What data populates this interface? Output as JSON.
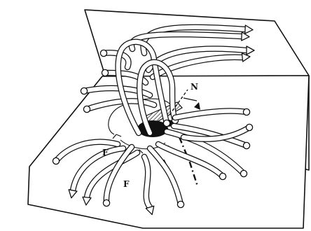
{
  "figure": {
    "labels": {
      "compass_north": "N",
      "loop_label_right": "F",
      "loop_label_bottom": "F"
    }
  }
}
